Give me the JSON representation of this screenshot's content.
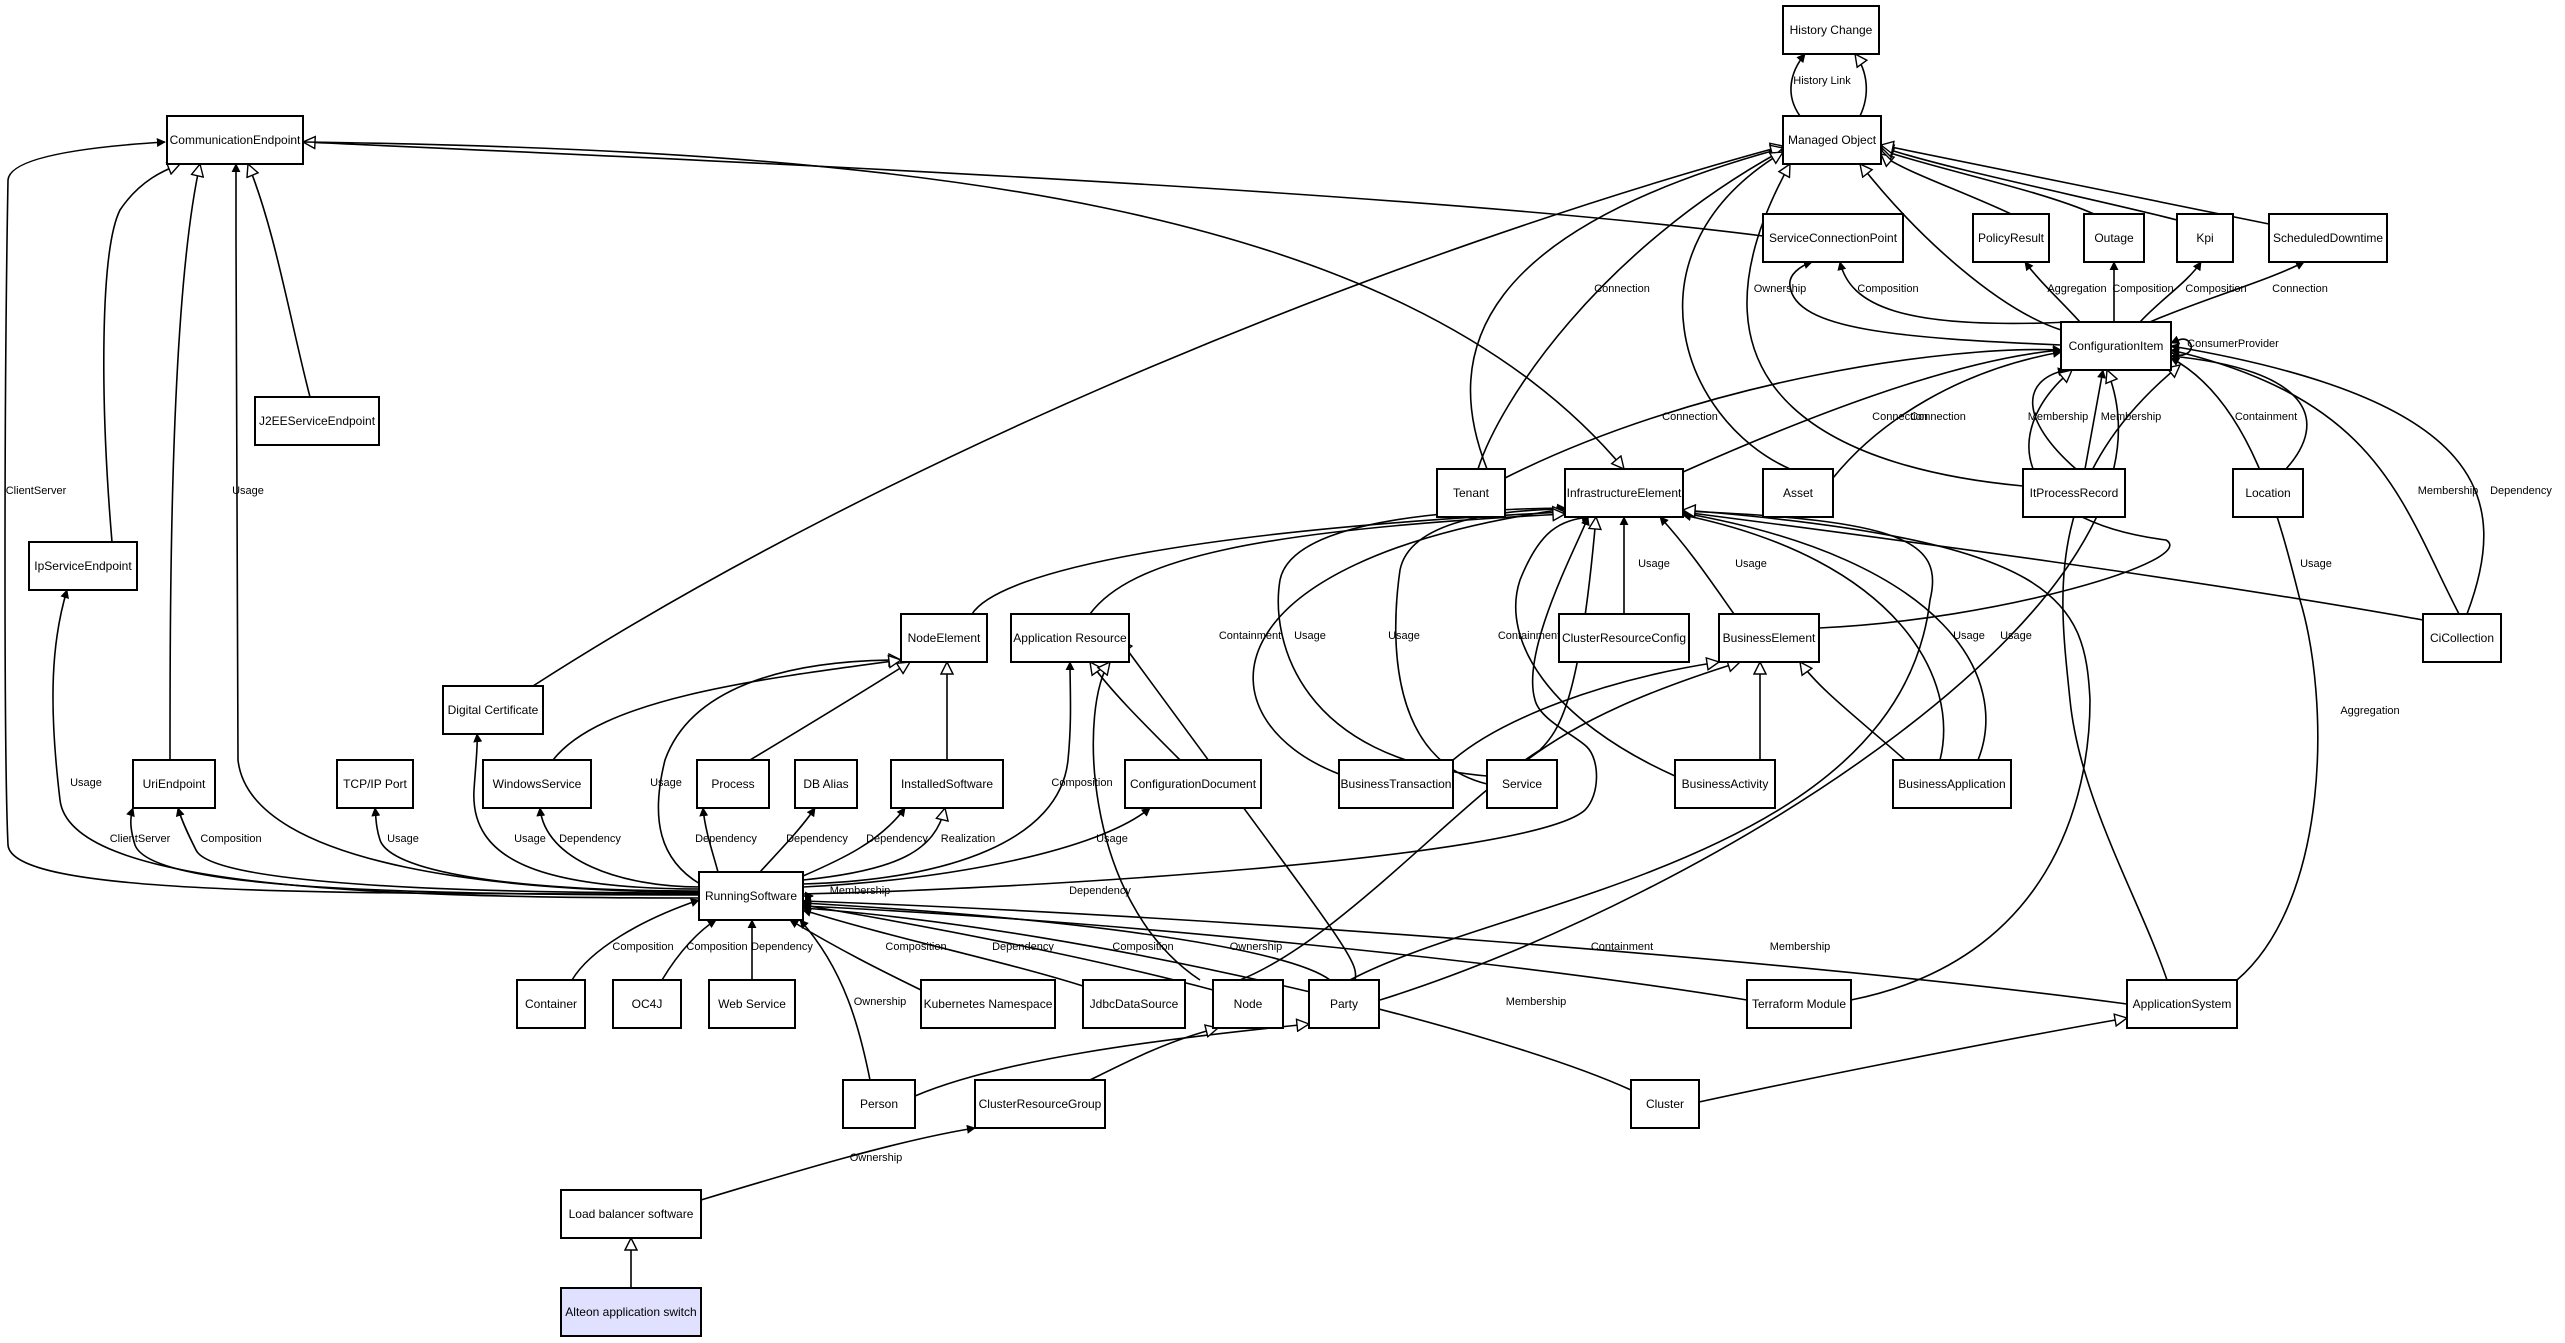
{
  "diagram": {
    "colors": {
      "stroke": "#000000",
      "background": "#ffffff",
      "highlight": "#e0e0ff"
    },
    "nodes": [
      {
        "id": "history",
        "label": "History Change"
      },
      {
        "id": "managed",
        "label": "Managed Object"
      },
      {
        "id": "commep",
        "label": "CommunicationEndpoint"
      },
      {
        "id": "scp",
        "label": "ServiceConnectionPoint"
      },
      {
        "id": "policy",
        "label": "PolicyResult"
      },
      {
        "id": "outage",
        "label": "Outage"
      },
      {
        "id": "kpi",
        "label": "Kpi"
      },
      {
        "id": "sched",
        "label": "ScheduledDowntime"
      },
      {
        "id": "ci",
        "label": "ConfigurationItem"
      },
      {
        "id": "j2ee",
        "label": "J2EEServiceEndpoint"
      },
      {
        "id": "tenant",
        "label": "Tenant"
      },
      {
        "id": "infra",
        "label": "InfrastructureElement"
      },
      {
        "id": "asset",
        "label": "Asset"
      },
      {
        "id": "itpr",
        "label": "ItProcessRecord"
      },
      {
        "id": "location",
        "label": "Location"
      },
      {
        "id": "ipse",
        "label": "IpServiceEndpoint"
      },
      {
        "id": "nodeel",
        "label": "NodeElement"
      },
      {
        "id": "appres",
        "label": "Application Resource"
      },
      {
        "id": "crc",
        "label": "ClusterResourceConfig"
      },
      {
        "id": "bizel",
        "label": "BusinessElement"
      },
      {
        "id": "cicoll",
        "label": "CiCollection"
      },
      {
        "id": "digcert",
        "label": "Digital Certificate"
      },
      {
        "id": "uriep",
        "label": "UriEndpoint"
      },
      {
        "id": "tcpip",
        "label": "TCP/IP Port"
      },
      {
        "id": "winsvc",
        "label": "WindowsService"
      },
      {
        "id": "process",
        "label": "Process"
      },
      {
        "id": "dbalias",
        "label": "DB Alias"
      },
      {
        "id": "instsw",
        "label": "InstalledSoftware"
      },
      {
        "id": "confdoc",
        "label": "ConfigurationDocument"
      },
      {
        "id": "biztx",
        "label": "BusinessTransaction"
      },
      {
        "id": "service",
        "label": "Service"
      },
      {
        "id": "bizact",
        "label": "BusinessActivity"
      },
      {
        "id": "bizapp",
        "label": "BusinessApplication"
      },
      {
        "id": "rsw",
        "label": "RunningSoftware"
      },
      {
        "id": "container",
        "label": "Container"
      },
      {
        "id": "oc4j",
        "label": "OC4J"
      },
      {
        "id": "websvc",
        "label": "Web Service"
      },
      {
        "id": "k8s",
        "label": "Kubernetes Namespace"
      },
      {
        "id": "jdbc",
        "label": "JdbcDataSource"
      },
      {
        "id": "node",
        "label": "Node"
      },
      {
        "id": "party",
        "label": "Party"
      },
      {
        "id": "terraform",
        "label": "Terraform Module"
      },
      {
        "id": "appsys",
        "label": "ApplicationSystem"
      },
      {
        "id": "person",
        "label": "Person"
      },
      {
        "id": "crg",
        "label": "ClusterResourceGroup"
      },
      {
        "id": "cluster",
        "label": "Cluster"
      },
      {
        "id": "lbsw",
        "label": "Load balancer software"
      },
      {
        "id": "alteon",
        "label": "Alteon application switch"
      }
    ],
    "edges": [
      {
        "label": "History Link"
      },
      {
        "label": "ClientServer"
      },
      {
        "label": "Usage"
      },
      {
        "label": "Connection"
      },
      {
        "label": "Connection"
      },
      {
        "label": "Ownership"
      },
      {
        "label": "Composition"
      },
      {
        "label": "Aggregation"
      },
      {
        "label": "Composition"
      },
      {
        "label": "Composition"
      },
      {
        "label": "Connection"
      },
      {
        "label": "ConsumerProvider"
      },
      {
        "label": "Connection"
      },
      {
        "label": "Connection"
      },
      {
        "label": "Membership"
      },
      {
        "label": "Membership"
      },
      {
        "label": "Containment"
      },
      {
        "label": "Membership"
      },
      {
        "label": "Dependency"
      },
      {
        "label": "Usage"
      },
      {
        "label": "Usage"
      },
      {
        "label": "Usage"
      },
      {
        "label": "Containment"
      },
      {
        "label": "Usage"
      },
      {
        "label": "Usage"
      },
      {
        "label": "Containment"
      },
      {
        "label": "Usage"
      },
      {
        "label": "Usage"
      },
      {
        "label": "Aggregation"
      },
      {
        "label": "Usage"
      },
      {
        "label": "ClientServer"
      },
      {
        "label": "Composition"
      },
      {
        "label": "Usage"
      },
      {
        "label": "Usage"
      },
      {
        "label": "Dependency"
      },
      {
        "label": "Usage"
      },
      {
        "label": "Dependency"
      },
      {
        "label": "Dependency"
      },
      {
        "label": "Dependency"
      },
      {
        "label": "Realization"
      },
      {
        "label": "Composition"
      },
      {
        "label": "Usage"
      },
      {
        "label": "Dependency"
      },
      {
        "label": "Membership"
      },
      {
        "label": "Composition"
      },
      {
        "label": "Composition"
      },
      {
        "label": "Dependency"
      },
      {
        "label": "Ownership"
      },
      {
        "label": "Composition"
      },
      {
        "label": "Dependency"
      },
      {
        "label": "Composition"
      },
      {
        "label": "Ownership"
      },
      {
        "label": "Containment"
      },
      {
        "label": "Membership"
      },
      {
        "label": "Membership"
      },
      {
        "label": "Ownership"
      }
    ]
  }
}
